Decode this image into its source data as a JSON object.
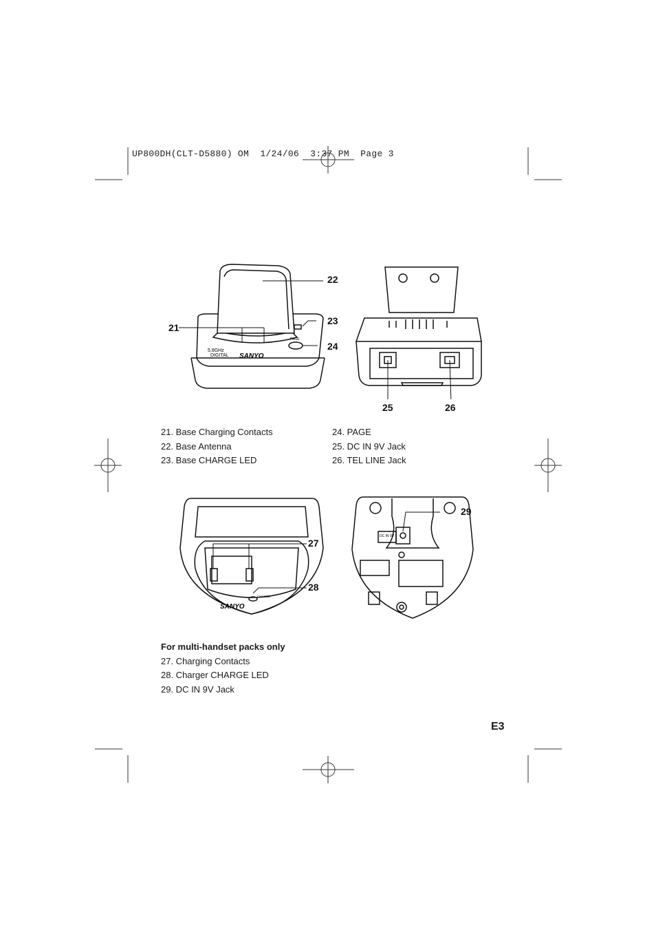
{
  "slug_line": "UP800DH(CLT-D5880) OM  1/24/06  3:37 PM  Page 3",
  "figure_base": {
    "labels": [
      "5.8GHz",
      "DIGITAL",
      "SANYO",
      "PAGE"
    ],
    "callouts": [
      "21",
      "22",
      "23",
      "24"
    ]
  },
  "figure_base_rear": {
    "callouts": [
      "25",
      "26"
    ]
  },
  "legend_top": {
    "left": [
      "21. Base Charging Contacts",
      "22. Base Antenna",
      "23. Base CHARGE LED"
    ],
    "right": [
      "24. PAGE",
      "25. DC IN 9V Jack",
      "26. TEL LINE Jack"
    ]
  },
  "figure_charger": {
    "labels": [
      "SANYO",
      "CHARGE"
    ],
    "callouts": [
      "27",
      "28"
    ]
  },
  "figure_charger_bottom": {
    "labels": [
      "DC IN 9V"
    ],
    "callouts": [
      "29"
    ]
  },
  "legend_bottom": {
    "title": "For multi-handset packs only",
    "items": [
      "27. Charging Contacts",
      "28. Charger CHARGE LED",
      "29. DC IN 9V Jack"
    ]
  },
  "page_number": "E3"
}
